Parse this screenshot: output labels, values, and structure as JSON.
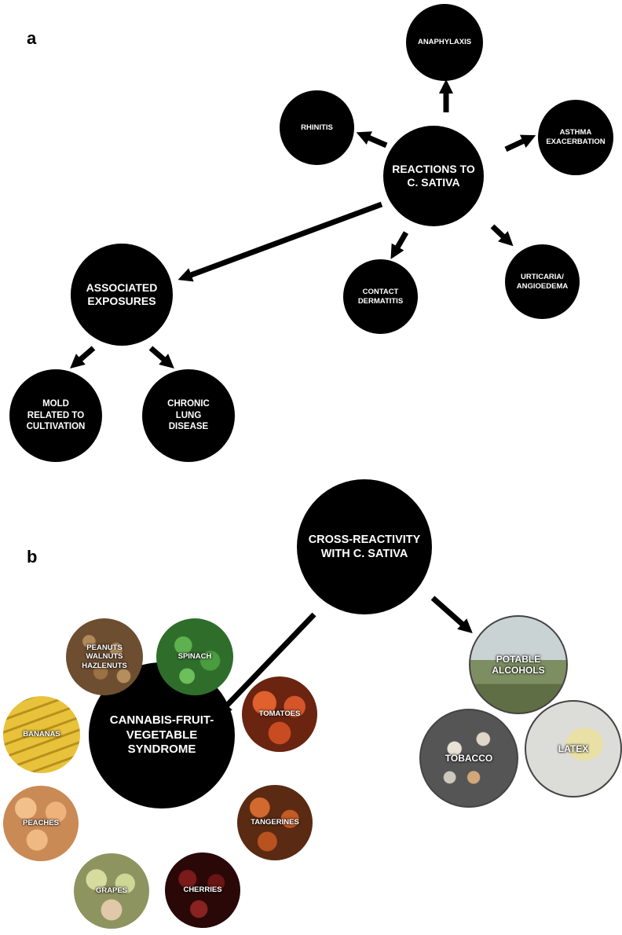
{
  "panel_a": {
    "label": "a",
    "center": "REACTIONS TO\nC. SATIVA",
    "outcomes": {
      "anaphylaxis": "ANAPHYLAXIS",
      "rhinitis": "RHINITIS",
      "asthma": "ASTHMA\nEXACERBATION",
      "contact_dermatitis": "CONTACT\nDERMATITIS",
      "urticaria": "URTICARIA/\nANGIOEDEMA"
    },
    "associated": "ASSOCIATED\nEXPOSURES",
    "associated_items": {
      "mold": "MOLD\nRELATED TO\nCULTIVATION",
      "lung": "CHRONIC\nLUNG\nDISEASE"
    }
  },
  "panel_b": {
    "label": "b",
    "center": "CROSS-REACTIVITY\nWITH C. SATIVA",
    "syndrome": "CANNABIS-FRUIT-\nVEGETABLE\nSYNDROME",
    "foods": {
      "nuts": "PEANUTS\nWALNUTS\nHAZLENUTS",
      "spinach": "SPINACH",
      "tomatoes": "TOMATOES",
      "bananas": "BANANAS",
      "peaches": "PEACHES",
      "tangerines": "TANGERINES",
      "grapes": "GRAPES",
      "cherries": "CHERRIES"
    },
    "others": {
      "alcohols": "POTABLE\nALCOHOLS",
      "tobacco": "TOBACCO",
      "latex": "LATEX"
    }
  },
  "colors": {
    "node": "#000000",
    "background": "#ffffff",
    "nuts": "#7a5a3a",
    "spinach": "#3e8f3a",
    "tomatoes": "#b5401f",
    "bananas": "#d9b12a",
    "peaches": "#e2a06a",
    "tangerines": "#a94a1e",
    "grapes": "#b9c07a",
    "cherries": "#4a1010",
    "alcohols": "#9aa6a0",
    "tobacco": "#6b6b6b",
    "latex": "#d8d8d4"
  }
}
